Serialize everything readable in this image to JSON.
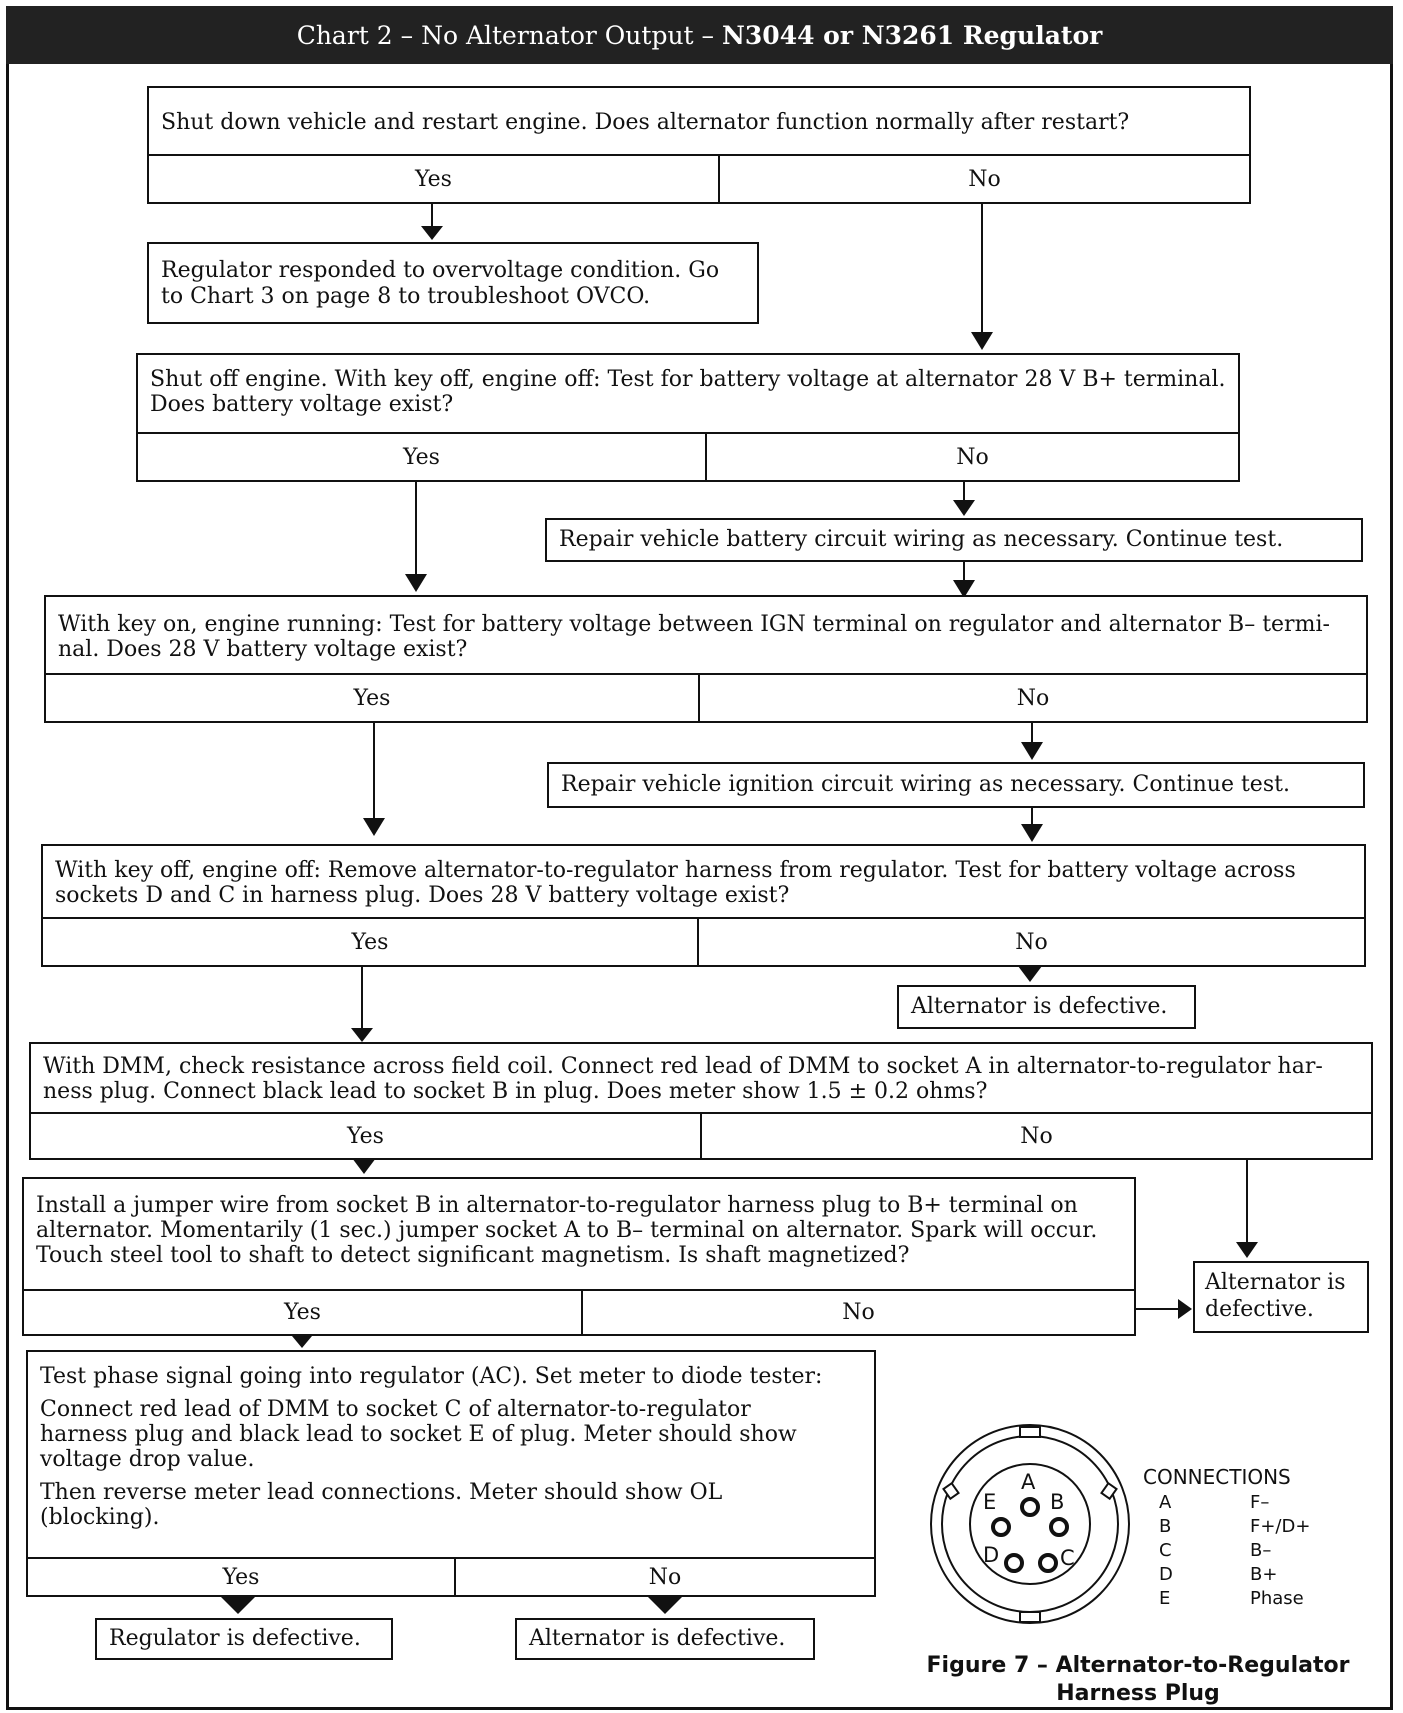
{
  "header": {
    "title_plain": "Chart 2 – No Alternator Output –",
    "title_bold": "N3044 or N3261 Regulator"
  },
  "steps": {
    "q1": {
      "text": "Shut down vehicle and restart engine. Does alternator function normally after restart?",
      "yes": "Yes",
      "no": "No"
    },
    "n1": "Regulator responded to overvoltage condition. Go to Chart 3 on page 8 to troubleshoot OVCO.",
    "q2": {
      "text": "Shut off engine. With key off, engine off: Test for battery voltage at alternator 28 V B+ terminal. Does battery voltage exist?",
      "yes": "Yes",
      "no": "No"
    },
    "n2": "Repair vehicle battery circuit wiring as necessary. Continue test.",
    "q3": {
      "text": "With key on, engine running: Test for battery voltage between IGN terminal on regulator and alternator B– termi-nal. Does 28 V battery voltage exist?",
      "yes": "Yes",
      "no": "No"
    },
    "n3": "Repair vehicle ignition circuit wiring as necessary. Continue test.",
    "q4": {
      "text": "With key off, engine off: Remove alternator-to-regulator harness from regulator. Test for battery voltage across sockets D and C in harness plug. Does 28 V battery voltage exist?",
      "yes": "Yes",
      "no": "No"
    },
    "n4": "Alternator is defective.",
    "q5": {
      "text": "With DMM, check resistance across field coil. Connect red lead of DMM to socket A in alternator-to-regulator har-ness plug. Connect black lead to socket B in plug. Does meter show 1.5 ± 0.2 ohms?",
      "yes": "Yes",
      "no": "No"
    },
    "q6": {
      "text": "Install a jumper wire from socket B in alternator-to-regulator harness plug to B+ terminal on alternator. Momentarily (1 sec.) jumper socket A to B– terminal on alternator. Spark will occur. Touch steel tool to shaft to detect significant magnetism. Is shaft magnetized?",
      "yes": "Yes",
      "no": "No"
    },
    "n6": "Alternator is defective.",
    "q7": {
      "line1": "Test phase signal going into regulator (AC). Set meter to diode tester:",
      "line2": "Connect red lead of DMM to socket C of alternator-to-regulator harness plug and black lead to socket E of plug. Meter should show voltage drop value.",
      "line3": "Then reverse meter lead connections. Meter should show OL (blocking).",
      "yes": "Yes",
      "no": "No"
    },
    "n7yes": "Regulator is defective.",
    "n7no": "Alternator is defective."
  },
  "figure": {
    "pins": [
      "A",
      "B",
      "C",
      "D",
      "E"
    ],
    "connections_title": "CONNECTIONS",
    "connections": [
      {
        "pin": "A",
        "signal": "F–"
      },
      {
        "pin": "B",
        "signal": "F+/D+"
      },
      {
        "pin": "C",
        "signal": "B–"
      },
      {
        "pin": "D",
        "signal": "B+"
      },
      {
        "pin": "E",
        "signal": "Phase"
      }
    ],
    "caption_line1": "Figure 7 – Alternator-to-Regulator",
    "caption_line2": "Harness Plug"
  }
}
